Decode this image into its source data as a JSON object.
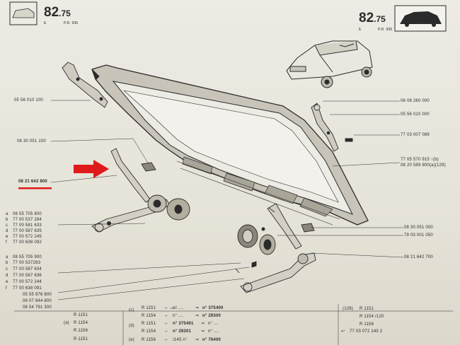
{
  "page_number_left": {
    "main": "82",
    "sub": ".75",
    "note_e": "E",
    "note_pr": "P.R. 995"
  },
  "page_number_right": {
    "main": "82",
    "sub": ".75",
    "note_e": "E",
    "note_pr": "P.R. 995"
  },
  "labels_right": [
    "06 08 260 000",
    "05 56 010 000",
    "77 03 007 089",
    "77 05 570 915 ↑(b)",
    "08 20 589 800(a)(129)",
    "08 30 051 000",
    "79 03 001 050",
    "08 21 642 700"
  ],
  "labels_left_top": [
    "05 56 010 100",
    "08 30 051 100"
  ],
  "highlight_part": "08 21 642 800",
  "group1": [
    {
      "mark": "a",
      "text": "08 55 705 800"
    },
    {
      "mark": "b",
      "text": "77 00 537 284"
    },
    {
      "mark": "c",
      "text": "77 00 581 633"
    },
    {
      "mark": "d",
      "text": "77 00 587 635"
    },
    {
      "mark": "e",
      "text": "77 00 572 245"
    },
    {
      "mark": "f",
      "text": "77 00 638 092"
    }
  ],
  "group2": [
    {
      "mark": "a",
      "text": "08 55 705 900"
    },
    {
      "mark": "b",
      "text": "77 00 537283"
    },
    {
      "mark": "c",
      "text": "77 00 587 634"
    },
    {
      "mark": "d",
      "text": "77 00 587 636"
    },
    {
      "mark": "e",
      "text": "77 00 572 244"
    },
    {
      "mark": "f",
      "text": "77 00 638 091"
    }
  ],
  "labels_bottom_left": [
    "05 55 976 800",
    "06 07 944 800",
    "08 54 791 300"
  ],
  "models_left": [
    "R 1151",
    "R 1154",
    "R 1156",
    "R 1151"
  ],
  "model_mark_a": "(a)",
  "table_rows": [
    {
      "mark": "(c)",
      "model": "R 1151",
      "from": "n° ....",
      "to": "n° 375400"
    },
    {
      "mark": "",
      "model": "R 1154",
      "from": "n° ....",
      "to": "n° 29300"
    },
    {
      "mark": "(d)",
      "model": "R 1151",
      "from": "n° 375401",
      "to": "n° ...."
    },
    {
      "mark": "",
      "model": "R 1154",
      "from": "n° 29301",
      "to": "n° ...."
    },
    {
      "mark": "(e)",
      "model": "R 1156",
      "from": "/145 n°",
      "to": "n° 76400"
    }
  ],
  "right_block": {
    "code": "(128)",
    "lines": [
      "R 1151",
      "R 1154  /120",
      "R 1156"
    ],
    "footer": "77 03 072 140  2"
  },
  "colors": {
    "arrow": "#e0191b",
    "underline": "#e0191b",
    "ink": "#2b2b2b"
  }
}
